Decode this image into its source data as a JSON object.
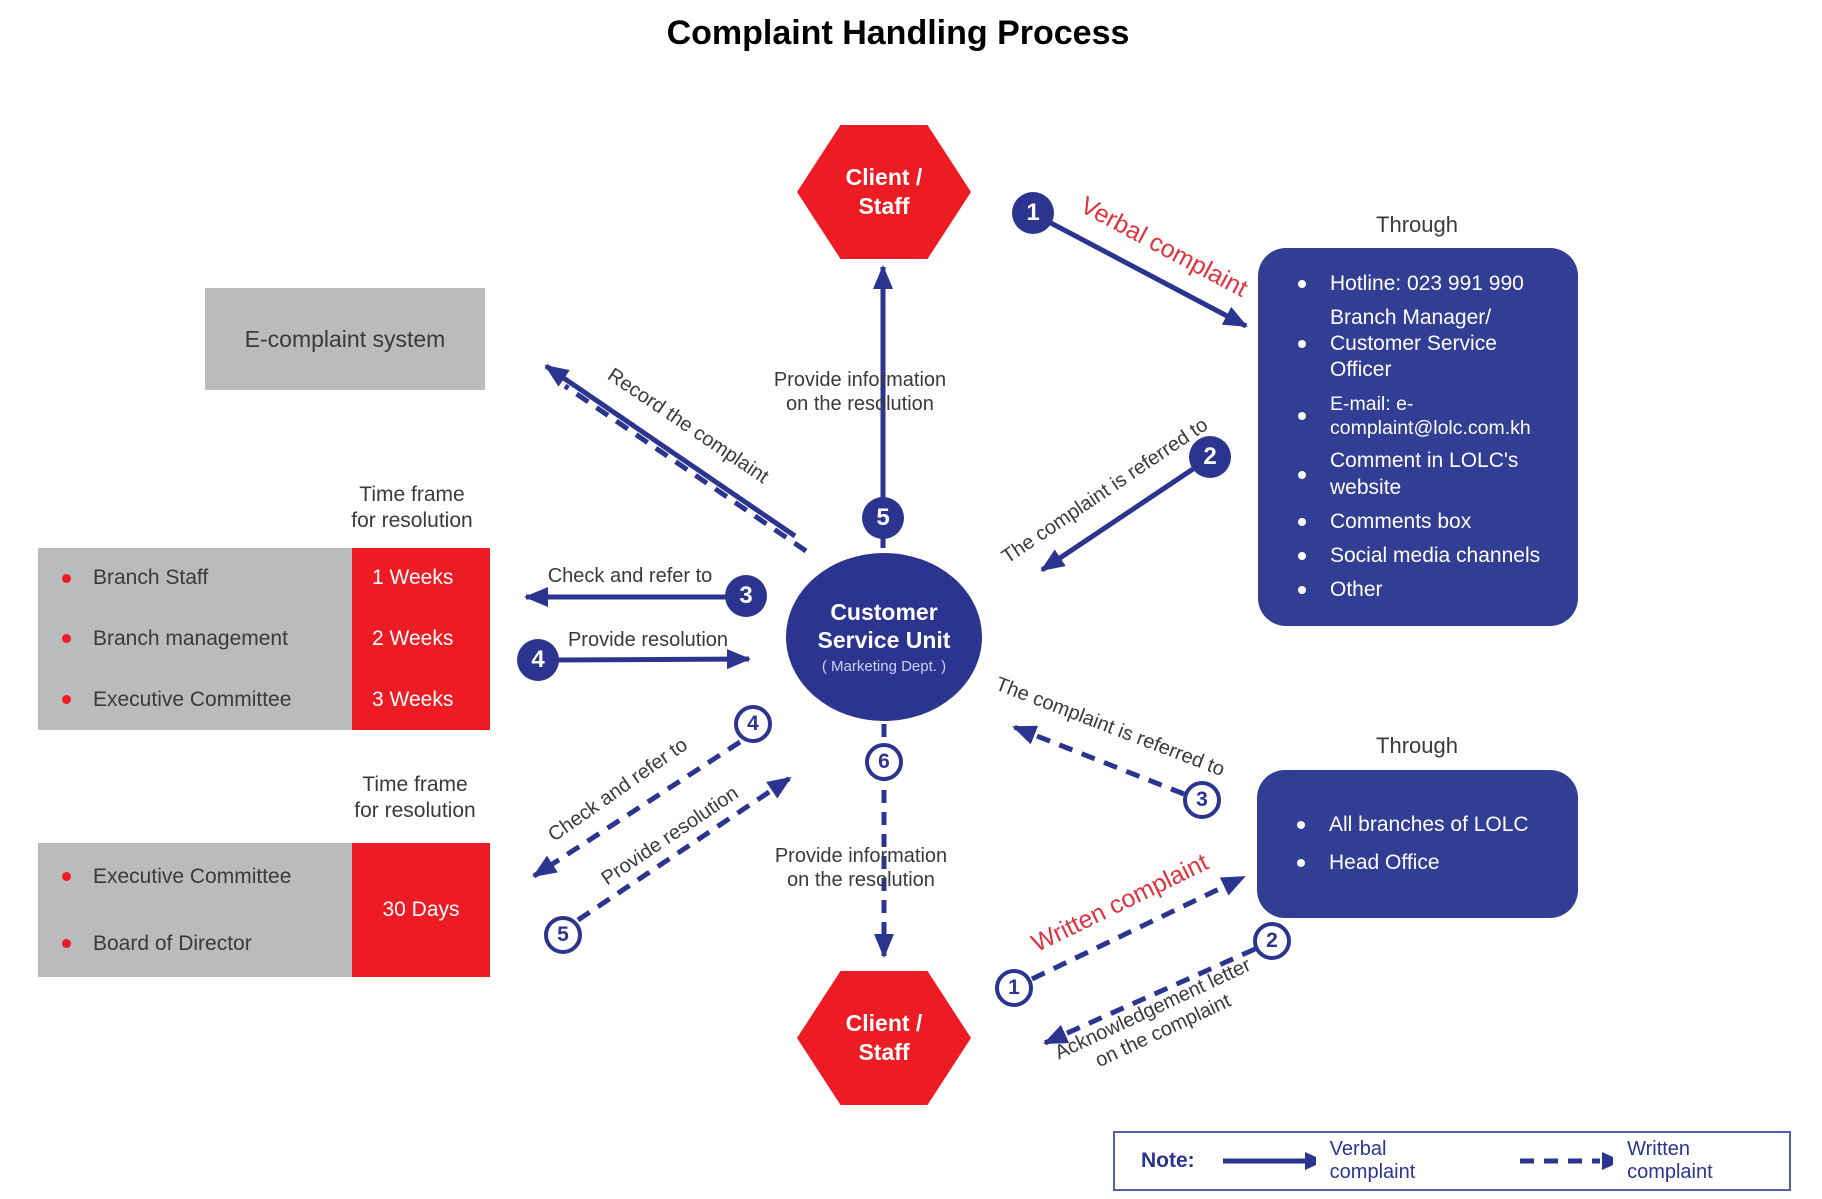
{
  "title": "Complaint Handling Process",
  "client_staff": {
    "line1": "Client /",
    "line2": "Staff"
  },
  "center": {
    "line1": "Customer",
    "line2": "Service Unit",
    "dept": "( Marketing Dept. )"
  },
  "e_complaint": {
    "label": "E-complaint system"
  },
  "timeframe1": {
    "header": "Time frame\nfor resolution",
    "rows": [
      {
        "label": "Branch Staff",
        "value": "1 Weeks"
      },
      {
        "label": "Branch management",
        "value": "2 Weeks"
      },
      {
        "label": "Executive Committee",
        "value": "3 Weeks"
      }
    ]
  },
  "timeframe2": {
    "header": "Time frame\nfor resolution",
    "rows": [
      {
        "label": "Executive Committee"
      },
      {
        "label": "Board of Director"
      }
    ],
    "value": "30 Days"
  },
  "through1": {
    "title": "Through",
    "items": [
      "Hotline: 023 991 990",
      "Branch Manager/\nCustomer Service Officer",
      "E-mail: e-complaint@lolc.com.kh",
      "Comment in LOLC's website",
      "Comments box",
      "Social media channels",
      "Other"
    ]
  },
  "through2": {
    "title": "Through",
    "items": [
      "All branches of LOLC",
      "Head Office"
    ]
  },
  "labels": {
    "verbal_complaint": "Verbal complaint",
    "written_complaint": "Written complaint",
    "referred_to_1": "The complaint is referred to",
    "referred_to_2": "The complaint is referred to",
    "record_complaint": "Record the complaint",
    "check_refer_1": "Check and refer to",
    "check_refer_2": "Check and refer to",
    "provide_resolution_1": "Provide resolution",
    "provide_resolution_2": "Provide resolution",
    "provide_info_top": "Provide information\non the resolution",
    "provide_info_bottom": "Provide information\non the resolution",
    "acknowledgement": "Acknowledgement letter\non the complaint"
  },
  "badges": {
    "f1": "1",
    "f2": "2",
    "f3": "3",
    "f4": "4",
    "f5": "5",
    "o1": "1",
    "o2": "2",
    "o3": "3",
    "o4": "4",
    "o5": "5",
    "o6": "6"
  },
  "note": {
    "label": "Note:",
    "verbal": "Verbal complaint",
    "written": "Written complaint"
  },
  "colors": {
    "navy": "#2b3590",
    "box_navy": "#323e94",
    "red": "#ed1c24",
    "gray": "#b9bbbd",
    "label_red": "#e0333e"
  }
}
